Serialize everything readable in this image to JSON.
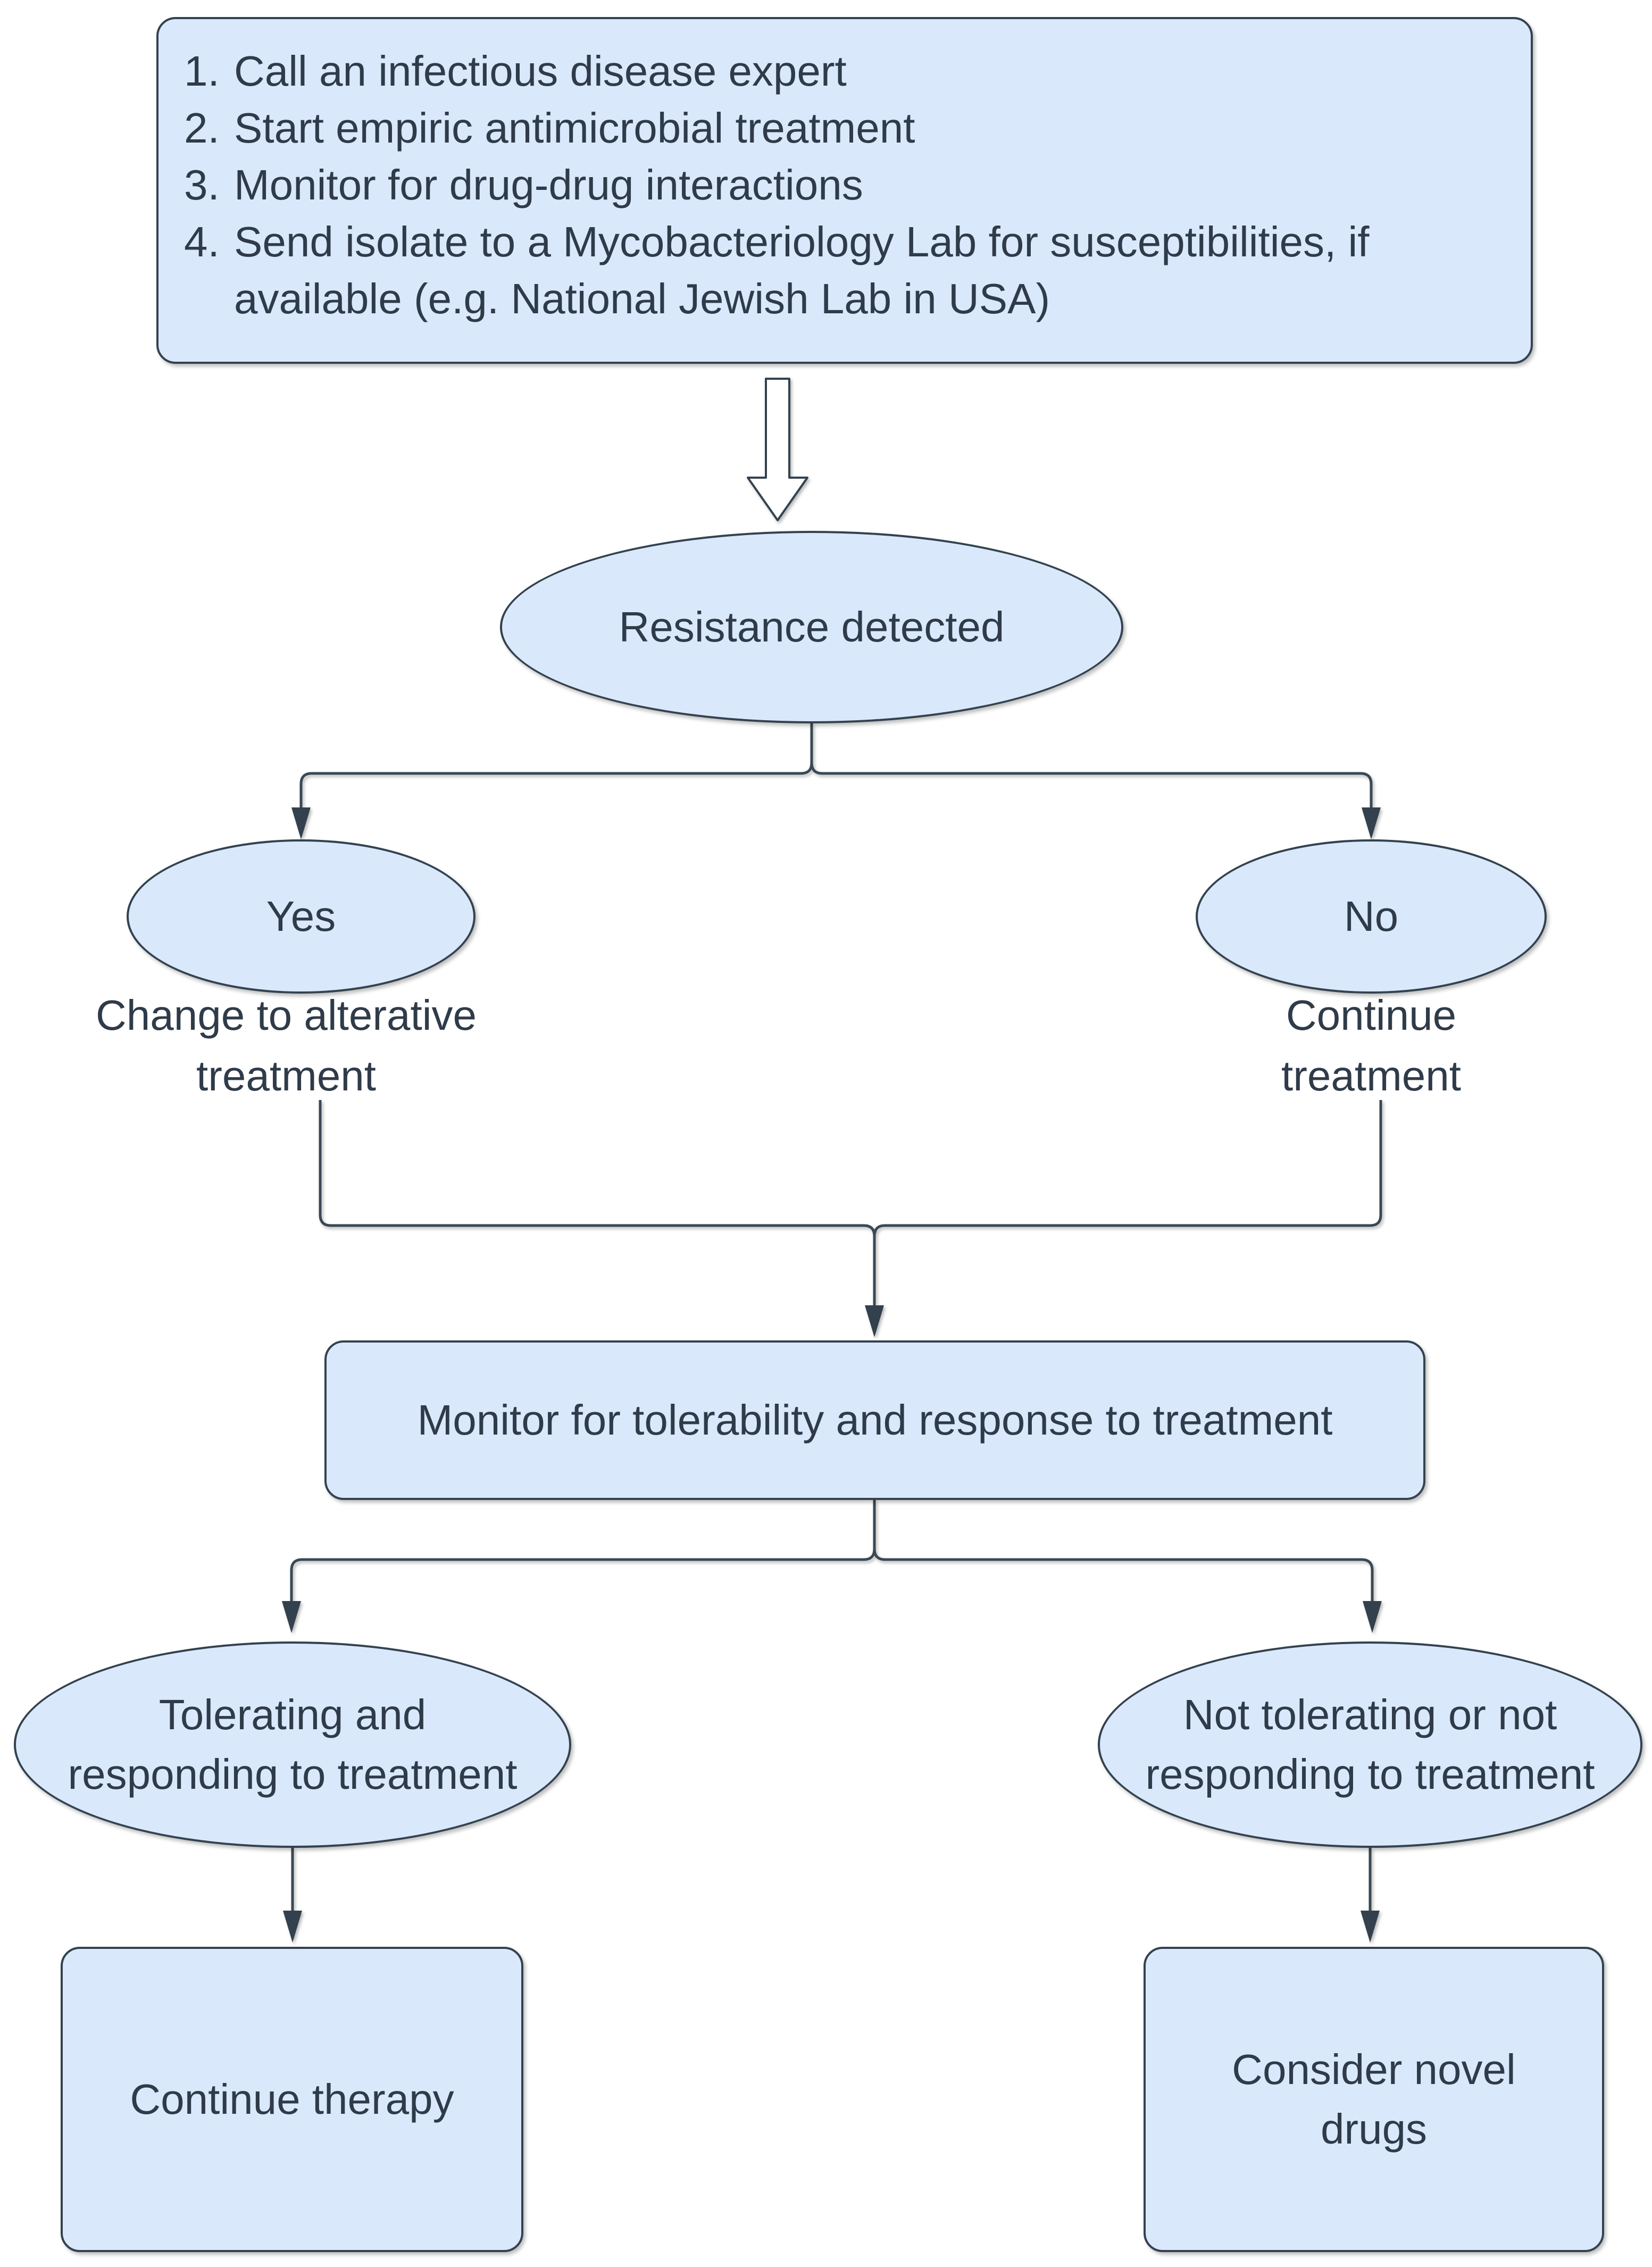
{
  "flowchart": {
    "steps_box": {
      "items": [
        {
          "num": "1.",
          "text": "Call an infectious disease expert"
        },
        {
          "num": "2.",
          "text": "Start empiric antimicrobial treatment"
        },
        {
          "num": "3.",
          "text": "Monitor for drug-drug interactions"
        },
        {
          "num": "4.",
          "text": "Send isolate to a Mycobacteriology Lab for susceptibilities, if available (e.g. National Jewish Lab in USA)"
        }
      ]
    },
    "resistance_ellipse": "Resistance detected",
    "yes_ellipse": "Yes",
    "no_ellipse": "No",
    "yes_branch_label": "Change to alterative treatment",
    "no_branch_label": "Continue treatment",
    "monitor_box": "Monitor for tolerability and response to treatment",
    "tolerating_ellipse": "Tolerating and responding to treatment",
    "not_tolerating_ellipse": "Not tolerating or not responding to treatment",
    "continue_therapy_box": "Continue therapy",
    "consider_novel_drugs_box": "Consider novel drugs",
    "colors": {
      "node_fill": "#dae8fc",
      "node_stroke": "#33424f",
      "text": "#2f3b49",
      "connector": "#3a4854",
      "block_arrow_fill": "#ffffff",
      "background": "#ffffff"
    }
  }
}
